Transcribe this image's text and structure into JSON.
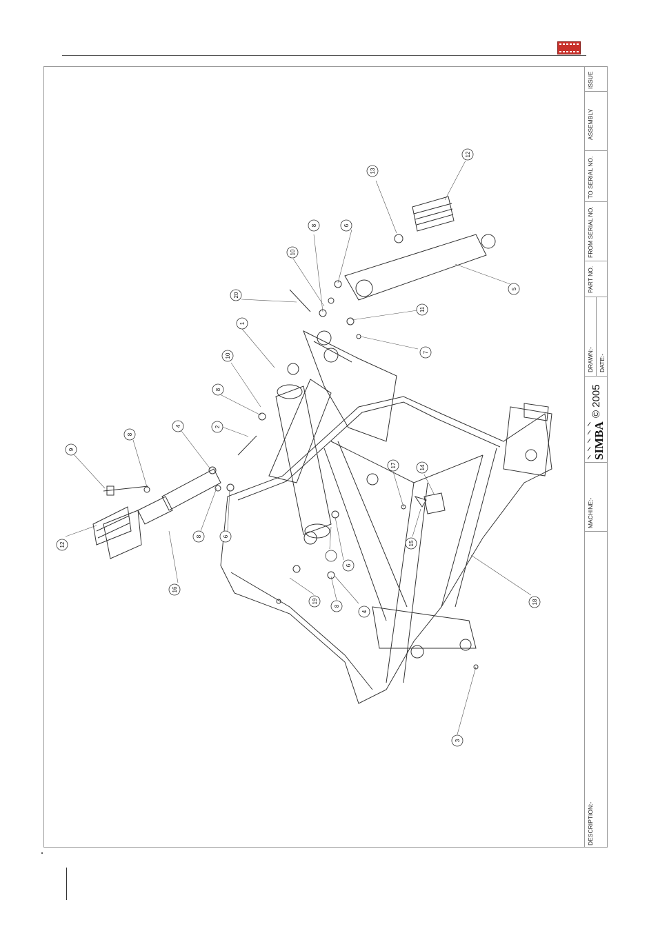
{
  "brand": {
    "logo_text": "SIMBA",
    "wordmark": "SIMBA",
    "copyright": "© 2005"
  },
  "title_block": {
    "issue": "ISSUE",
    "assembly": "ASSEMBLY",
    "to_serial": "TO SERIAL NO.",
    "from_serial": "FROM SERIAL NO.",
    "part_no": "PART NO.",
    "drawn": "DRAWN:-",
    "date": "DATE:-",
    "machine": "MACHINE:-",
    "description": "DESCRIPTION:-"
  },
  "callouts": [
    "1",
    "2",
    "3",
    "4",
    "4",
    "5",
    "6",
    "6",
    "6",
    "7",
    "8",
    "8",
    "8",
    "8",
    "8",
    "9",
    "10",
    "10",
    "11",
    "12",
    "12",
    "13",
    "14",
    "15",
    "16",
    "17",
    "18",
    "19",
    "20"
  ]
}
